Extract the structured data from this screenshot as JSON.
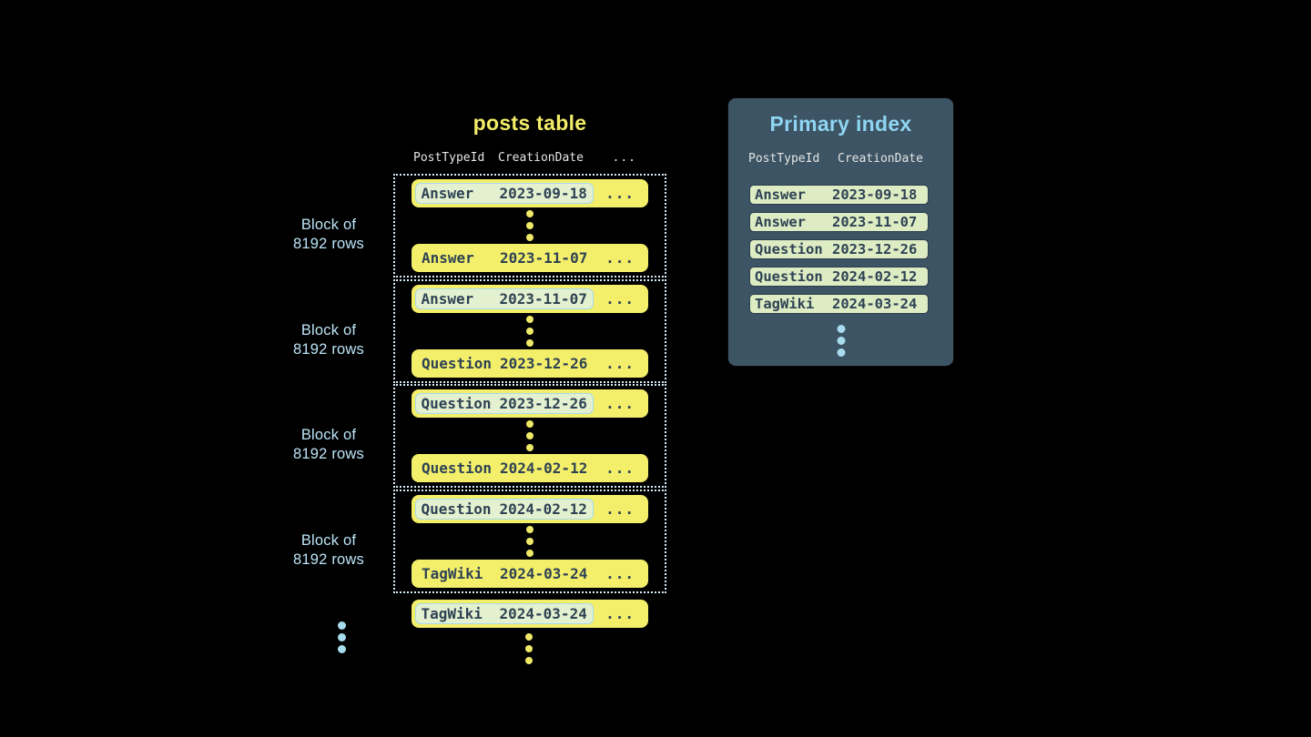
{
  "diagram": {
    "posts_table": {
      "title": "posts table",
      "headers": {
        "post_type": "PostTypeId",
        "creation_date": "CreationDate",
        "more": "..."
      },
      "blocks": [
        {
          "label": {
            "line1": "Block of",
            "line2": "8192 rows"
          },
          "first_row": {
            "post_type": "Answer",
            "creation_date": "2023-09-18",
            "more": "..."
          },
          "last_row": {
            "post_type": "Answer",
            "creation_date": "2023-11-07",
            "more": "..."
          }
        },
        {
          "label": {
            "line1": "Block of",
            "line2": "8192 rows"
          },
          "first_row": {
            "post_type": "Answer",
            "creation_date": "2023-11-07",
            "more": "..."
          },
          "last_row": {
            "post_type": "Question",
            "creation_date": "2023-12-26",
            "more": "..."
          }
        },
        {
          "label": {
            "line1": "Block of",
            "line2": "8192 rows"
          },
          "first_row": {
            "post_type": "Question",
            "creation_date": "2023-12-26",
            "more": "..."
          },
          "last_row": {
            "post_type": "Question",
            "creation_date": "2024-02-12",
            "more": "..."
          }
        },
        {
          "label": {
            "line1": "Block of",
            "line2": "8192 rows"
          },
          "first_row": {
            "post_type": "Question",
            "creation_date": "2024-02-12",
            "more": "..."
          },
          "last_row": {
            "post_type": "TagWiki",
            "creation_date": "2024-03-24",
            "more": "..."
          }
        }
      ],
      "next_block_row": {
        "post_type": "TagWiki",
        "creation_date": "2024-03-24",
        "more": "..."
      }
    },
    "primary_index": {
      "title": "Primary index",
      "headers": {
        "post_type": "PostTypeId",
        "creation_date": "CreationDate"
      },
      "rows": [
        {
          "post_type": "Answer",
          "creation_date": "2023-09-18"
        },
        {
          "post_type": "Answer",
          "creation_date": "2023-11-07"
        },
        {
          "post_type": "Question",
          "creation_date": "2023-12-26"
        },
        {
          "post_type": "Question",
          "creation_date": "2024-02-12"
        },
        {
          "post_type": "TagWiki",
          "creation_date": "2024-03-24"
        }
      ]
    },
    "colors": {
      "background": "#000000",
      "row_yellow": "#f4ef6b",
      "row_text": "#2e4254",
      "highlight_fill": "#e4f1d0",
      "highlight_border": "#a6d9ef",
      "block_border": "#d7edf7",
      "label_blue": "#bce4f7",
      "header_text": "#e4e6e4",
      "panel_background": "#3d5464",
      "index_row_fill": "#ddecc3",
      "index_row_border": "#2b3f4e",
      "accent_blue_dots": "#a7dbee",
      "title_yellow": "#f2ed67",
      "title_blue": "#8fd5f2"
    }
  }
}
